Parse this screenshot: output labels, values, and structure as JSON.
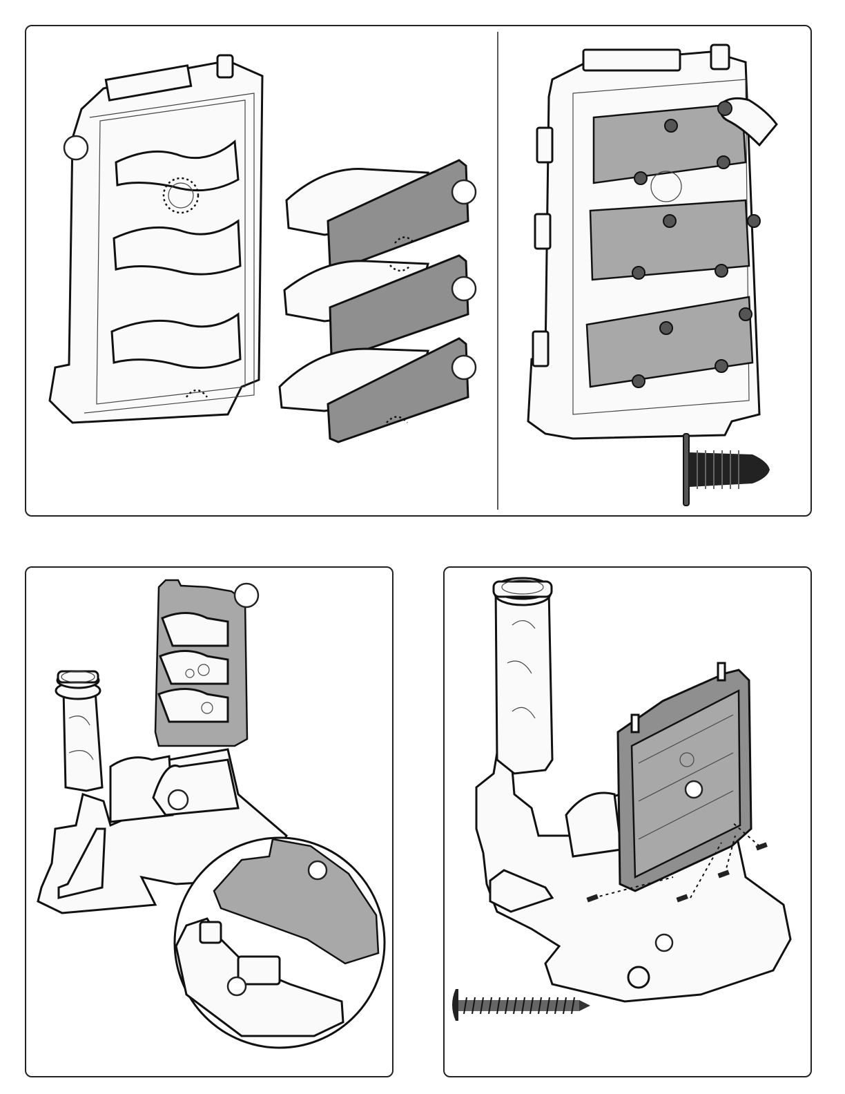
{
  "colors": {
    "background": "#ffffff",
    "outline": "#222222",
    "panel_gray": "#8f8f8f",
    "plastic_white": "#fafafa"
  },
  "icons": {
    "push_rivet": "push-rivet-icon",
    "screw": "screw-icon"
  },
  "panels": [
    {
      "name": "step-shelves-install",
      "callouts": 4
    },
    {
      "name": "step-rivets-install",
      "callouts": 0
    },
    {
      "name": "step-panel-onto-base",
      "callouts": 4
    },
    {
      "name": "step-screws-install",
      "callouts": 2
    }
  ]
}
